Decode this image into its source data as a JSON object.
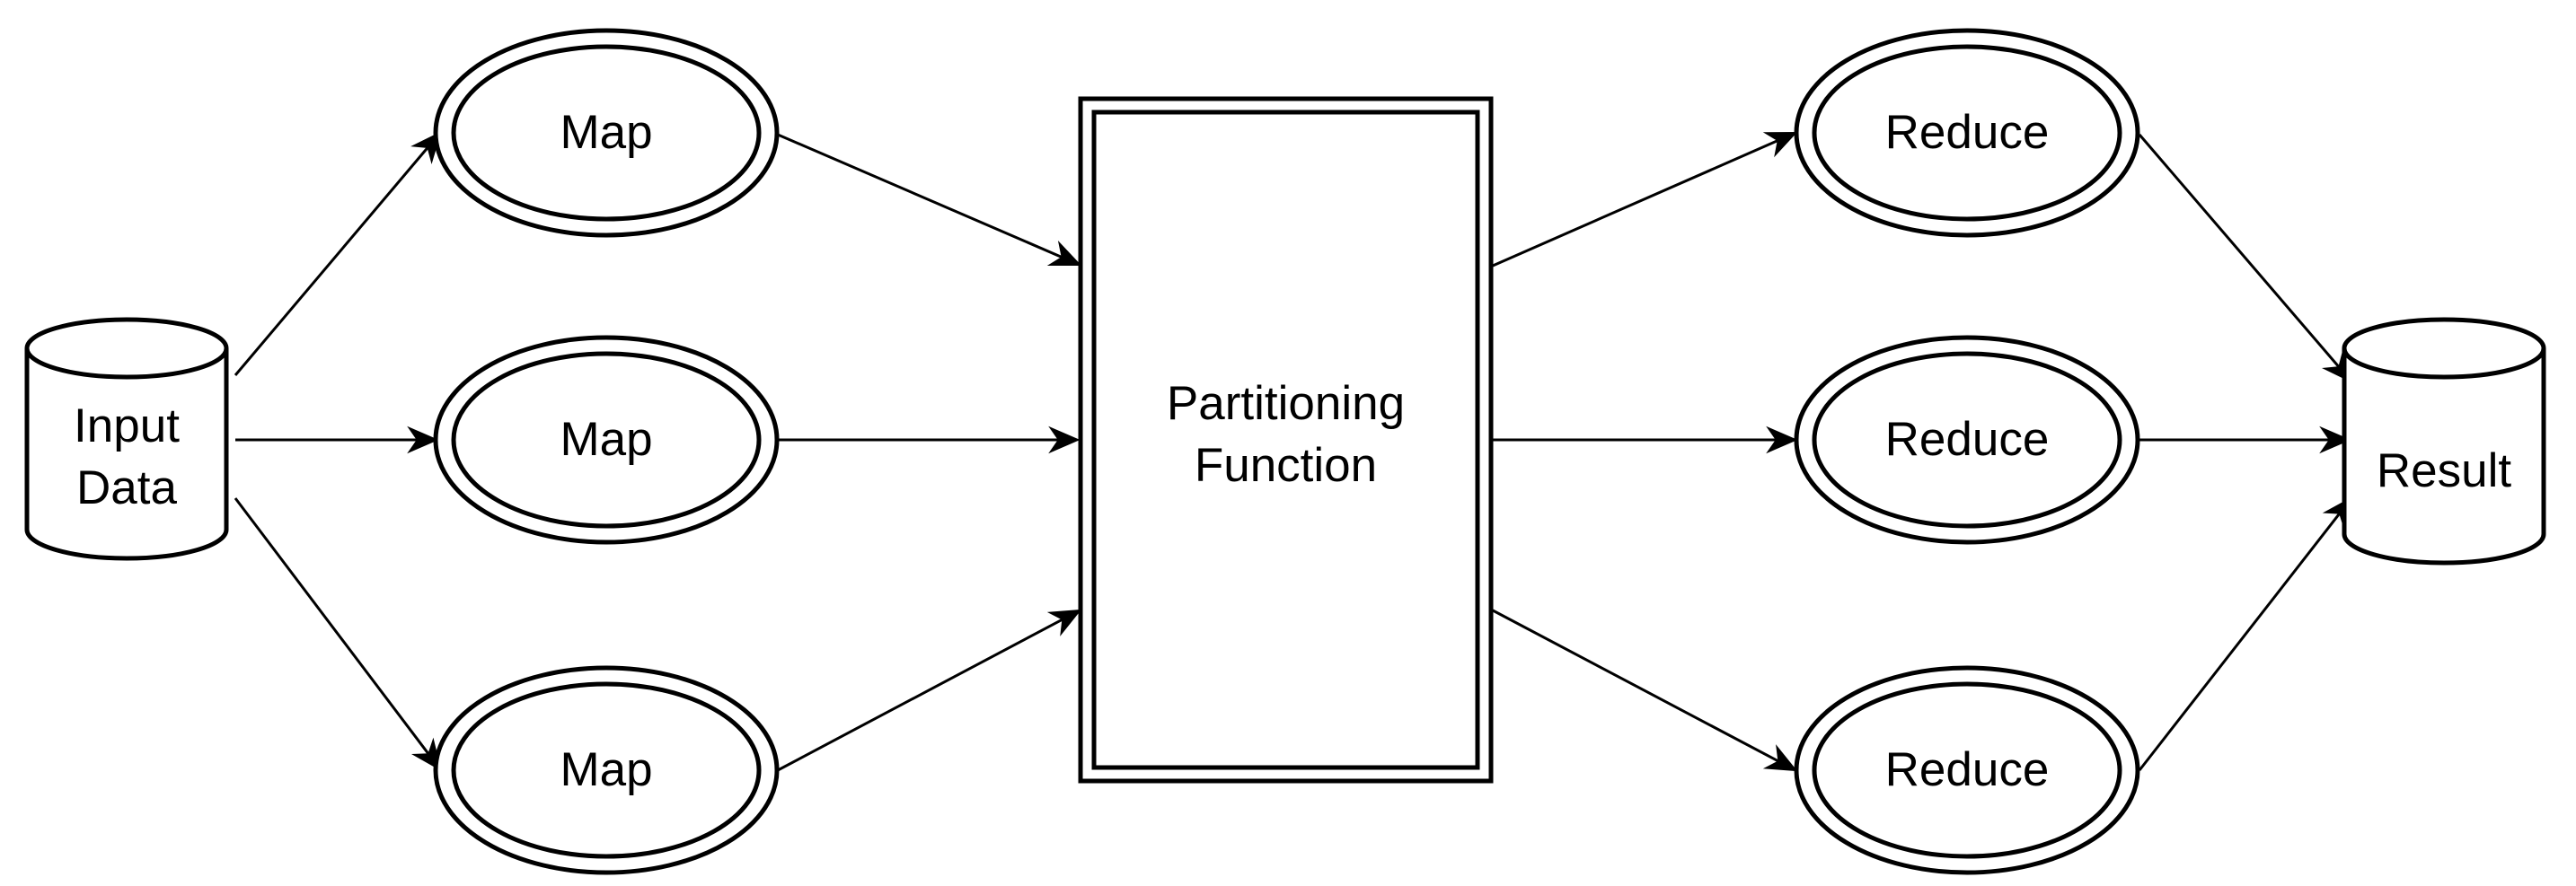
{
  "colors": {
    "stroke": "#000000",
    "fill": "#ffffff",
    "background": "#ffffff"
  },
  "nodes": {
    "input_data": {
      "label": "Input\nData",
      "shape": "cylinder"
    },
    "map_1": {
      "label": "Map",
      "shape": "double-ellipse"
    },
    "map_2": {
      "label": "Map",
      "shape": "double-ellipse"
    },
    "map_3": {
      "label": "Map",
      "shape": "double-ellipse"
    },
    "partitioning": {
      "label": "Partitioning\nFunction",
      "shape": "double-rectangle"
    },
    "reduce_1": {
      "label": "Reduce",
      "shape": "double-ellipse"
    },
    "reduce_2": {
      "label": "Reduce",
      "shape": "double-ellipse"
    },
    "reduce_3": {
      "label": "Reduce",
      "shape": "double-ellipse"
    },
    "result": {
      "label": "Result",
      "shape": "cylinder"
    }
  },
  "edges": [
    {
      "from": "input_data",
      "to": "map_1"
    },
    {
      "from": "input_data",
      "to": "map_2"
    },
    {
      "from": "input_data",
      "to": "map_3"
    },
    {
      "from": "map_1",
      "to": "partitioning"
    },
    {
      "from": "map_2",
      "to": "partitioning"
    },
    {
      "from": "map_3",
      "to": "partitioning"
    },
    {
      "from": "partitioning",
      "to": "reduce_1"
    },
    {
      "from": "partitioning",
      "to": "reduce_2"
    },
    {
      "from": "partitioning",
      "to": "reduce_3"
    },
    {
      "from": "reduce_1",
      "to": "result"
    },
    {
      "from": "reduce_2",
      "to": "result"
    },
    {
      "from": "reduce_3",
      "to": "result"
    }
  ]
}
